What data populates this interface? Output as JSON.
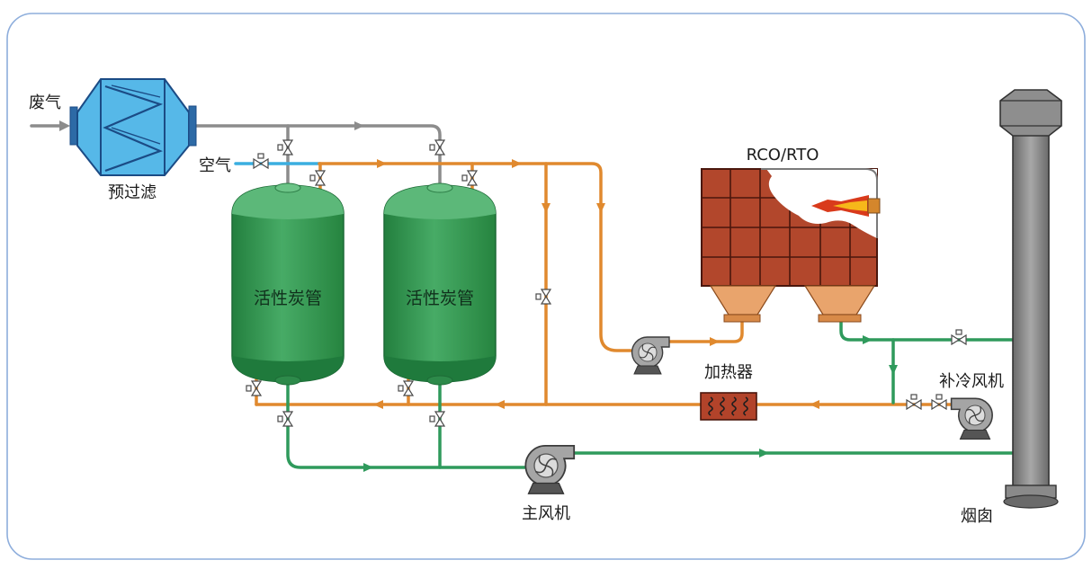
{
  "labels": {
    "waste_gas": "废气",
    "prefilter": "预过滤",
    "air": "空气",
    "carbon_tube_1": "活性炭管",
    "carbon_tube_2": "活性炭管",
    "rco_rto": "RCO/RTO",
    "heater": "加热器",
    "makeup_cooling_fan": "补冷风机",
    "main_fan": "主风机",
    "chimney": "烟囱"
  },
  "icons": {
    "prefilter": "filter-icon",
    "carbon_tube": "tank-icon",
    "valve": "valve-icon",
    "fan": "fan-icon",
    "heater": "heater-icon",
    "burner": "flame-icon",
    "chimney": "chimney-icon"
  },
  "colors": {
    "border": "#8eaedc",
    "pipe_gray": "#8c8c8c",
    "pipe_orange": "#e0892e",
    "pipe_green": "#2f9a5c",
    "pipe_blue": "#3aaee0",
    "filter_blue": "#56b8e8",
    "brick_red": "#b2472c",
    "hopper": "#e9a46c",
    "flame_red": "#d93a1b",
    "flame_yellow": "#f6b71a",
    "stack_gray": "#8e8e8e"
  }
}
